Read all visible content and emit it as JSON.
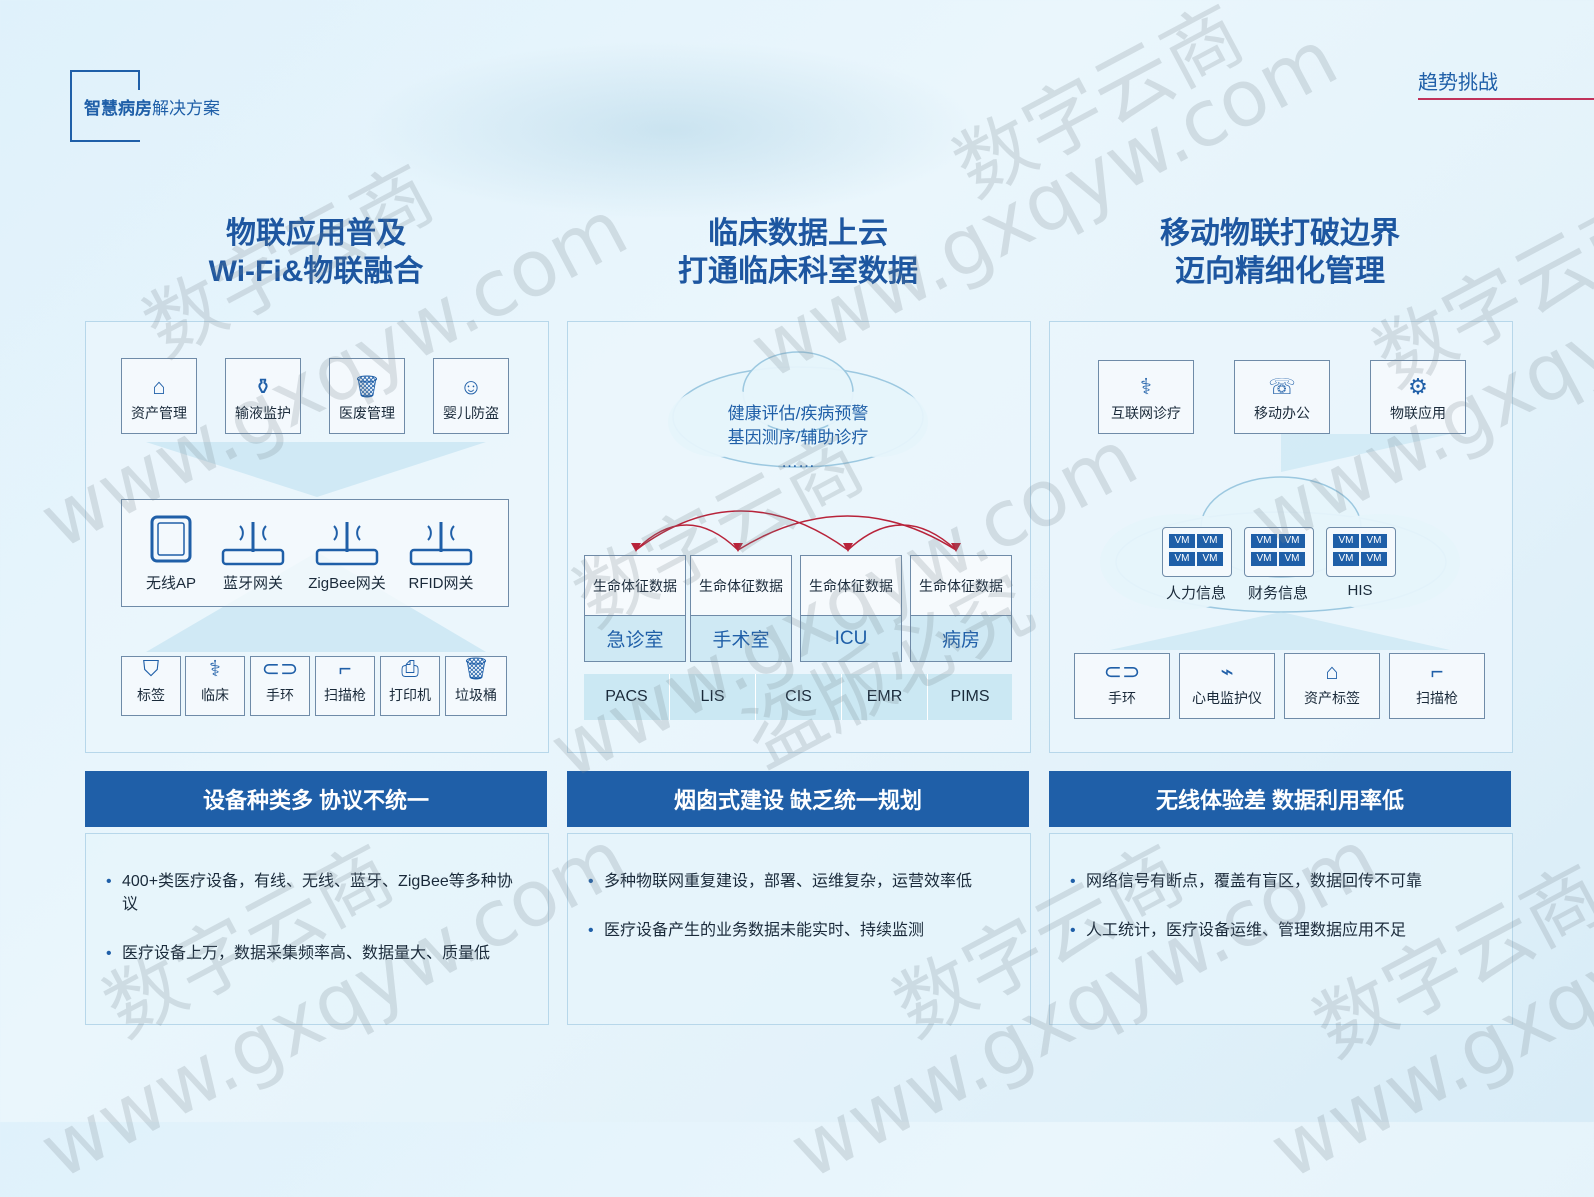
{
  "header": {
    "brand_bold": "智慧病房",
    "brand_rest": "解决方案",
    "tagline": "趋势挑战"
  },
  "columns": [
    {
      "title_line1": "物联应用普及",
      "title_line2": "Wi-Fi&物联融合",
      "apps": [
        "资产管理",
        "输液监护",
        "医废管理",
        "婴儿防盗"
      ],
      "gateways": [
        "无线AP",
        "蓝牙网关",
        "ZigBee网关",
        "RFID网关"
      ],
      "devices": [
        "标签",
        "临床",
        "手环",
        "扫描枪",
        "打印机",
        "垃圾桶"
      ],
      "banner": "设备种类多 协议不统一",
      "bullets": [
        "400+类医疗设备，有线、无线、蓝牙、ZigBee等多种协议",
        "医疗设备上万，数据采集频率高、数据量大、质量低"
      ]
    },
    {
      "title_line1": "临床数据上云",
      "title_line2": "打通临床科室数据",
      "cloud_line1": "健康评估/疾病预警",
      "cloud_line2": "基因测序/辅助诊疗",
      "cloud_line3": "……",
      "vital_label": "生命体征数据",
      "departments": [
        "急诊室",
        "手术室",
        "ICU",
        "病房"
      ],
      "systems": [
        "PACS",
        "LIS",
        "CIS",
        "EMR",
        "PIMS"
      ],
      "banner": "烟囱式建设 缺乏统一规划",
      "bullets": [
        "多种物联网重复建设，部署、运维复杂，运营效率低",
        "医疗设备产生的业务数据未能实时、持续监测"
      ]
    },
    {
      "title_line1": "移动物联打破边界",
      "title_line2": "迈向精细化管理",
      "apps": [
        "互联网诊疗",
        "移动办公",
        "物联应用"
      ],
      "vm_tag": "VM",
      "services": [
        "人力信息",
        "财务信息",
        "HIS"
      ],
      "devices": [
        "手环",
        "心电监护仪",
        "资产标签",
        "扫描枪"
      ],
      "banner": "无线体验差 数据利用率低",
      "bullets": [
        "网络信号有断点，覆盖有盲区，数据回传不可靠",
        "人工统计，医疗设备运维、管理数据应用不足"
      ]
    }
  ],
  "watermarks": [
    "数字云商",
    "www.gxqyw.com",
    "盗版必究"
  ],
  "colors": {
    "primary": "#1f5fa8",
    "accent_line": "#c0325a",
    "arrow": "#b8233a"
  }
}
